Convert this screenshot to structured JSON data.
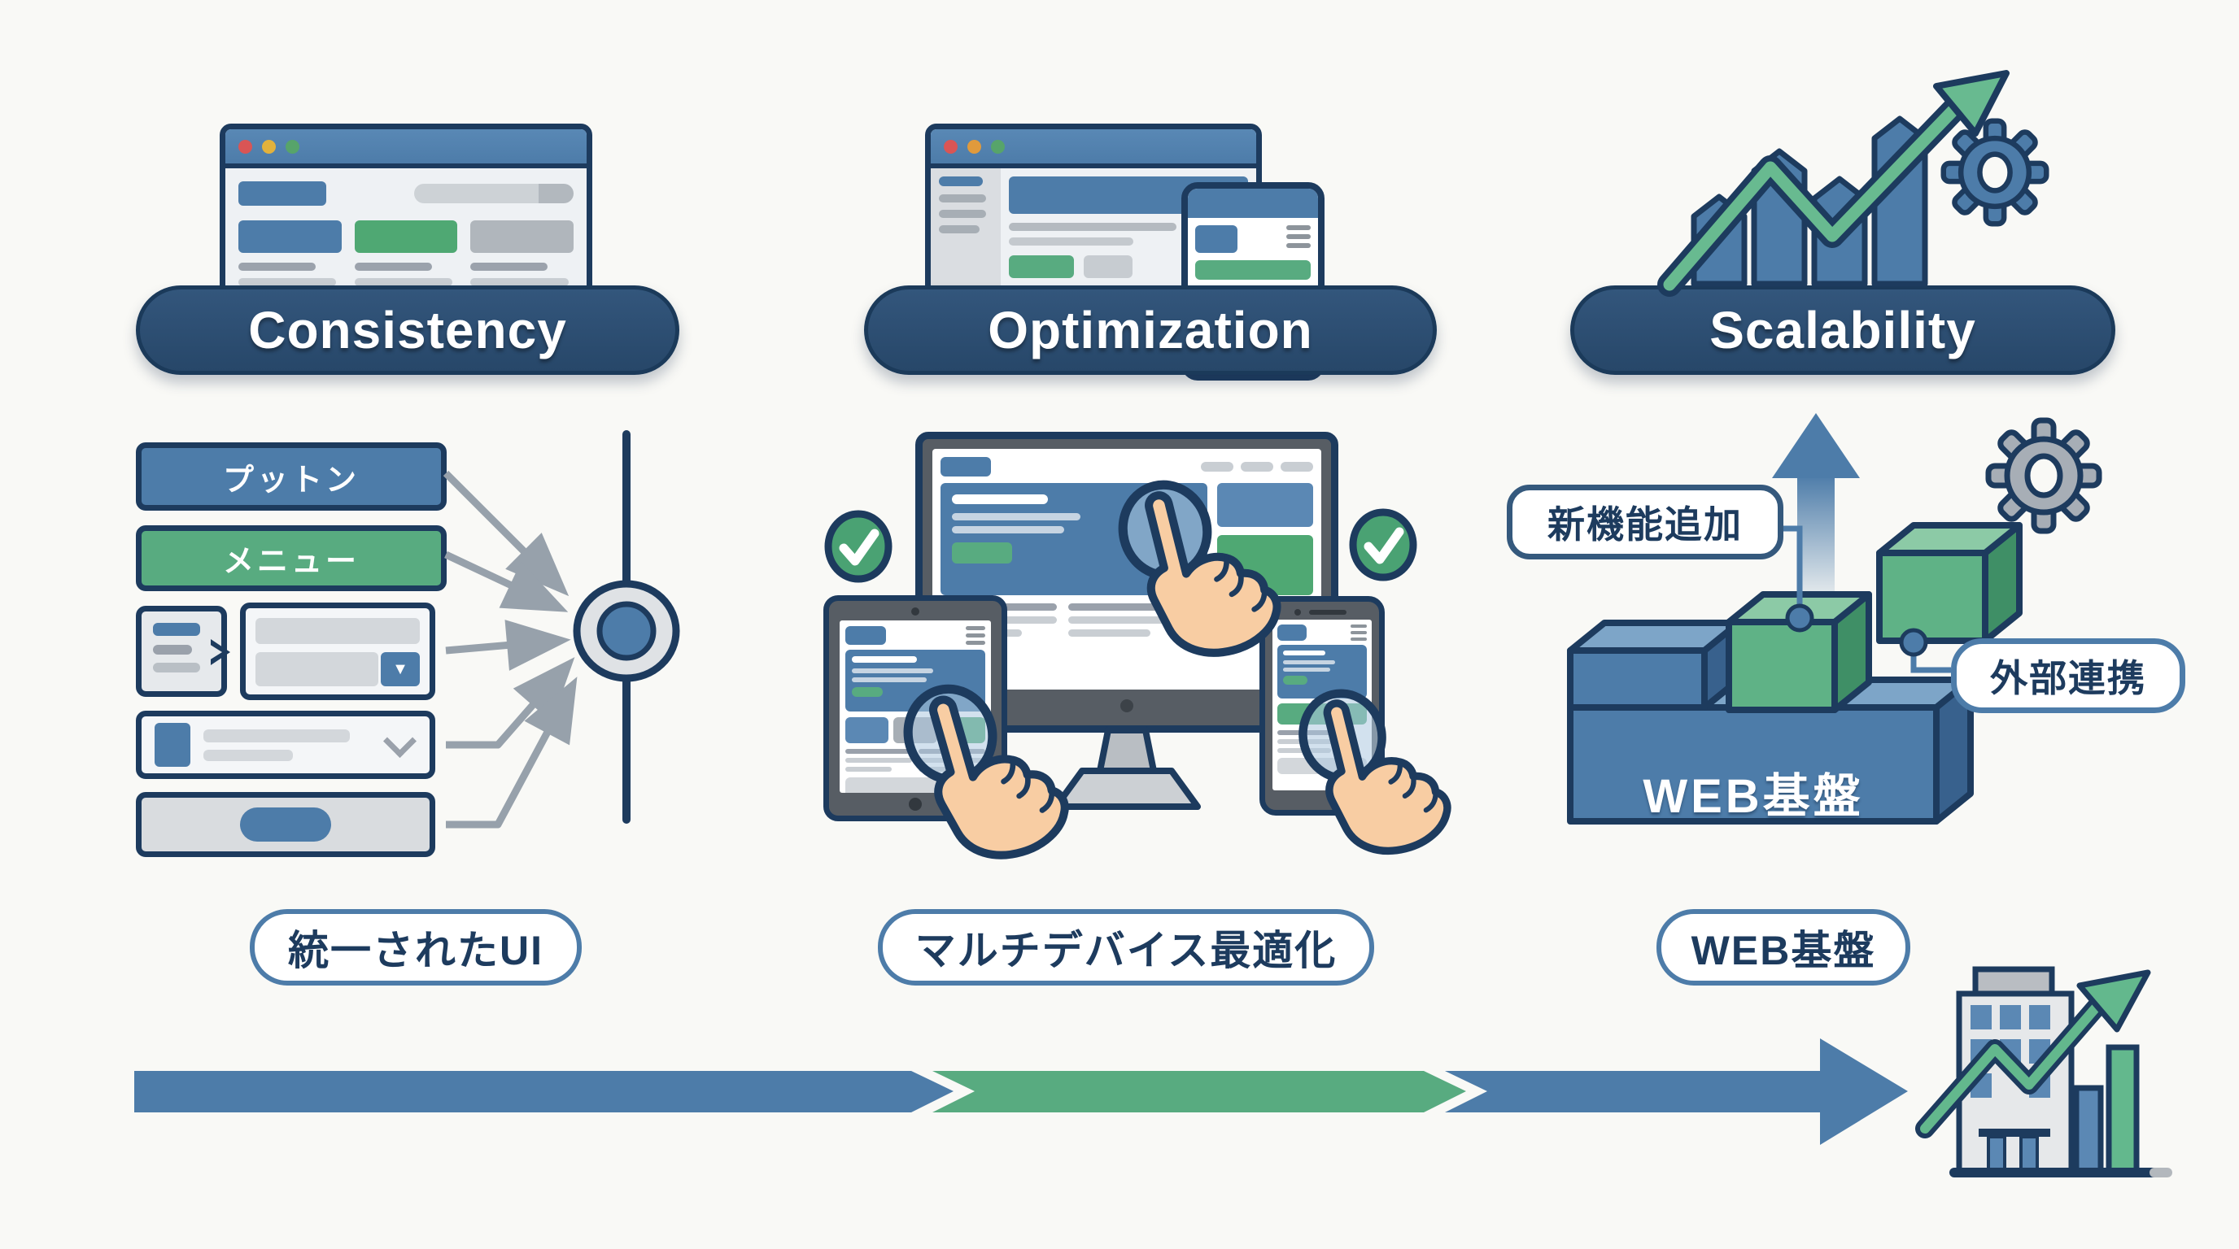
{
  "flow": {
    "steps": [
      {
        "id": "consistency",
        "title": "Consistency",
        "caption": "統一されたUI"
      },
      {
        "id": "optimization",
        "title": "Optimization",
        "caption": "マルチデバイス最適化"
      },
      {
        "id": "scalability",
        "title": "Scalability",
        "caption": "WEB基盤"
      }
    ]
  },
  "consistency": {
    "items": [
      {
        "label": "プットン"
      },
      {
        "label": "メニュー"
      }
    ],
    "dropdown_glyph": "▼"
  },
  "scalability": {
    "callouts": [
      {
        "label": "新機能追加"
      },
      {
        "label": "外部連携"
      }
    ],
    "block_label": "WEB基盤"
  },
  "icons": {
    "browser_dots": "traffic-light-dots",
    "target": "focus-target",
    "check": "check-circle",
    "hand": "tap-hand",
    "gear": "gear",
    "growth": "growth-arrow-chart",
    "building": "building-growth"
  },
  "colors": {
    "background": "#f9f9f6",
    "navy": "#1d3b5e",
    "pill_navy": "#2b4c6f",
    "blue": "#4d7ca9",
    "green": "#58ab80",
    "grey": "#d3d7db",
    "arrow_grey": "#97a1ab",
    "skin": "#f8cda3"
  }
}
